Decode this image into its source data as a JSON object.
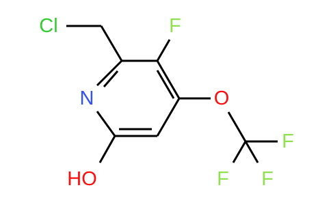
{
  "molecule": {
    "name": "2-(chloromethyl)-3-fluoro-6-hydroxy-4-(trifluoromethoxy)pyridine",
    "atoms": {
      "cl": {
        "text": "Cl",
        "color": "#33CC33"
      },
      "f_ring": {
        "text": "F",
        "color": "#90E050"
      },
      "n": {
        "text": "N",
        "color": "#3050F8"
      },
      "o_ether": {
        "text": "O",
        "color": "#FF0D0D"
      },
      "f_top": {
        "text": "F",
        "color": "#90E050"
      },
      "f_bottom_left": {
        "text": "F",
        "color": "#90E050"
      },
      "f_bottom_right": {
        "text": "F",
        "color": "#90E050"
      },
      "ho": {
        "text": "HO",
        "color": "#FF0D0D"
      }
    },
    "bond_color": "#000000"
  }
}
